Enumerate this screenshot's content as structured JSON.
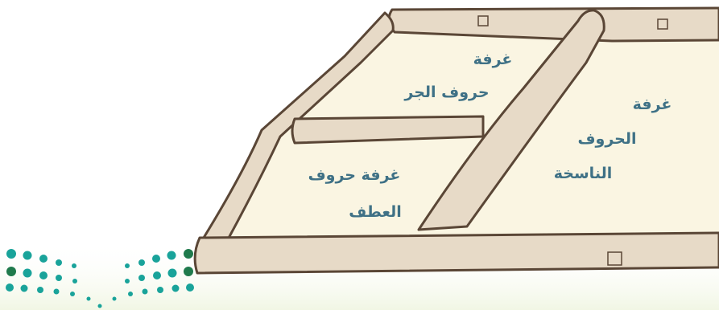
{
  "rooms": {
    "jarr": {
      "line1": "غرفة",
      "line2": "حروف الجر"
    },
    "nasikha": {
      "line1": "غرفة",
      "line2": "الحروف",
      "line3": "الناسخة"
    },
    "atf": {
      "line1": "غرفة حروف",
      "line2": "العطف"
    }
  },
  "colors": {
    "wall_fill": "#e7dac7",
    "wall_outline": "#5a4636",
    "room_fill": "#faf5e2",
    "room_text": "#3f7186",
    "logo_teal": "#19a39a",
    "logo_green": "#1f7a4c",
    "background": "#ffffff"
  },
  "icons": {
    "logo": "ministry-of-education-dots-logo",
    "marker": "small-square-marker"
  }
}
